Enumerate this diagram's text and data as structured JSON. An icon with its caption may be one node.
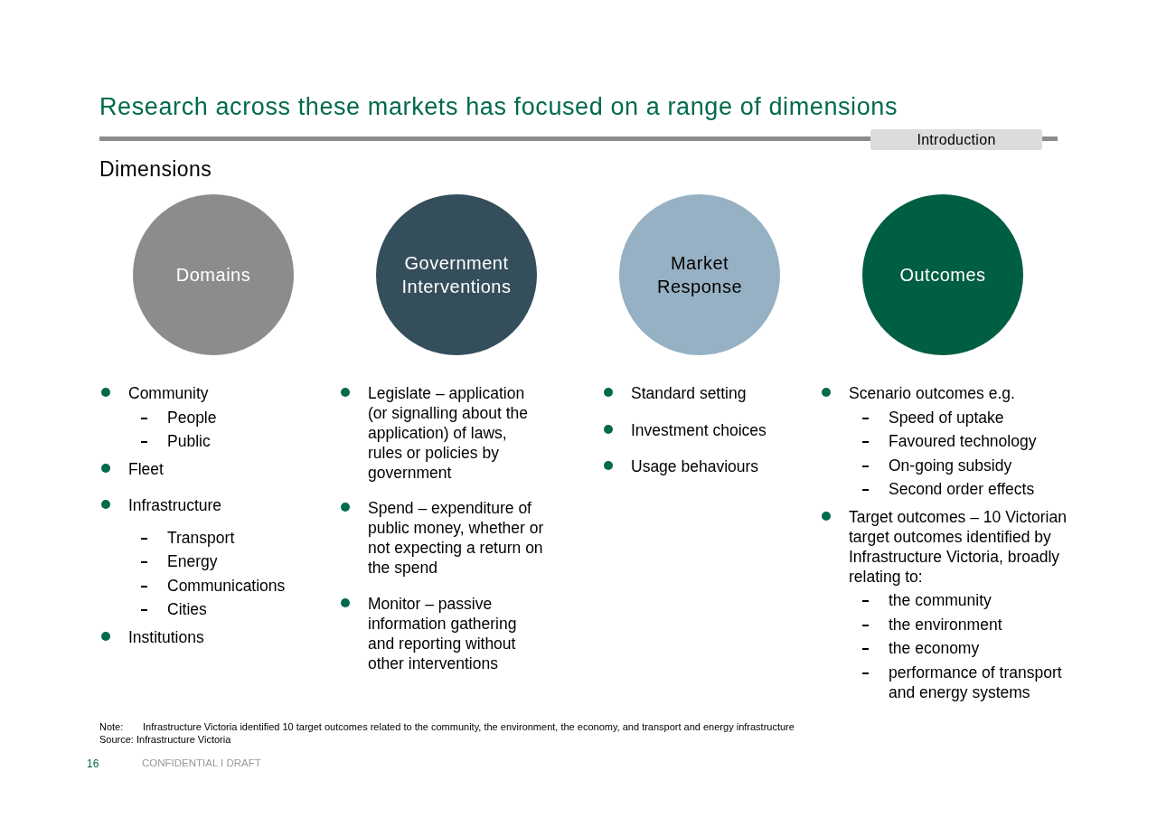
{
  "diagram": {
    "title": "Research across these markets has focused on a range of dimensions",
    "nodes": [
      {
        "text": [
          "Domains"
        ]
      },
      {
        "text": [
          "Government Interventions"
        ]
      },
      {
        "text": [
          "Market Response"
        ]
      },
      {
        "text": [
          "Outcomes"
        ]
      }
    ],
    "labels": [
      "Introduction",
      "Dimensions",
      "Community",
      "People",
      "Public",
      "Fleet",
      "Infrastructure",
      "Transport",
      "Energy",
      "Communications",
      "Cities",
      "Institutions",
      "Legislate – application (or signalling about the application) of laws, rules or policies by government",
      "Spend – expenditure of public money, whether or not expecting a return on the spend",
      "Monitor – passive information gathering and reporting without other interventions",
      "Standard setting",
      "Investment choices",
      "Usage behaviours",
      "Scenario outcomes e.g.",
      "Speed of uptake",
      "Favoured technology",
      "On-going subsidy",
      "Second order effects",
      "Target outcomes – 10 Victorian target outcomes identified by Infrastructure Victoria, broadly relating to:",
      "the community",
      "the environment",
      "the economy",
      "performance of transport and energy systems",
      "Note:",
      "Infrastructure Victoria identified 10 target outcomes related to the community, the environment, the economy, and transport and energy infrastructure",
      "Source: Infrastructure Victoria",
      "16",
      "CONFIDENTIAL I DRAFT"
    ]
  }
}
